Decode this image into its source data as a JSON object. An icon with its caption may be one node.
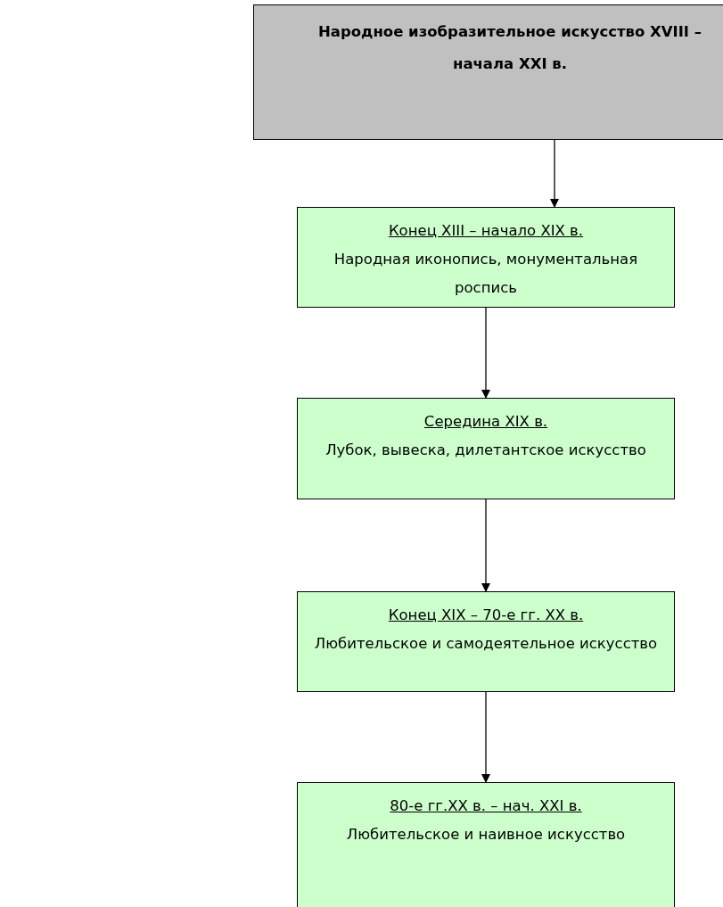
{
  "diagram": {
    "nodes": [
      {
        "text": [
          "Народное изобразительное искусство XVIII – начала XXI в."
        ]
      },
      {
        "text": [
          "Конец XIII – начало XIX в.",
          "Народная иконопись, монументальная роспись"
        ]
      },
      {
        "text": [
          "Середина XIX в.",
          "Лубок, вывеска, дилетантское искусство"
        ]
      },
      {
        "text": [
          "Конец XIX – 70-е гг. XX в.",
          "Любительское и самодеятельное искусство"
        ]
      },
      {
        "text": [
          "80-е гг.XX в. – нач. XXI в.",
          "Любительское и наивное искусство"
        ]
      }
    ],
    "edges": [
      {
        "from": 0,
        "to": 1,
        "arrow": "to"
      },
      {
        "from": 1,
        "to": 2,
        "arrow": "to"
      },
      {
        "from": 2,
        "to": 3,
        "arrow": "to"
      },
      {
        "from": 3,
        "to": 4,
        "arrow": "to"
      }
    ]
  }
}
